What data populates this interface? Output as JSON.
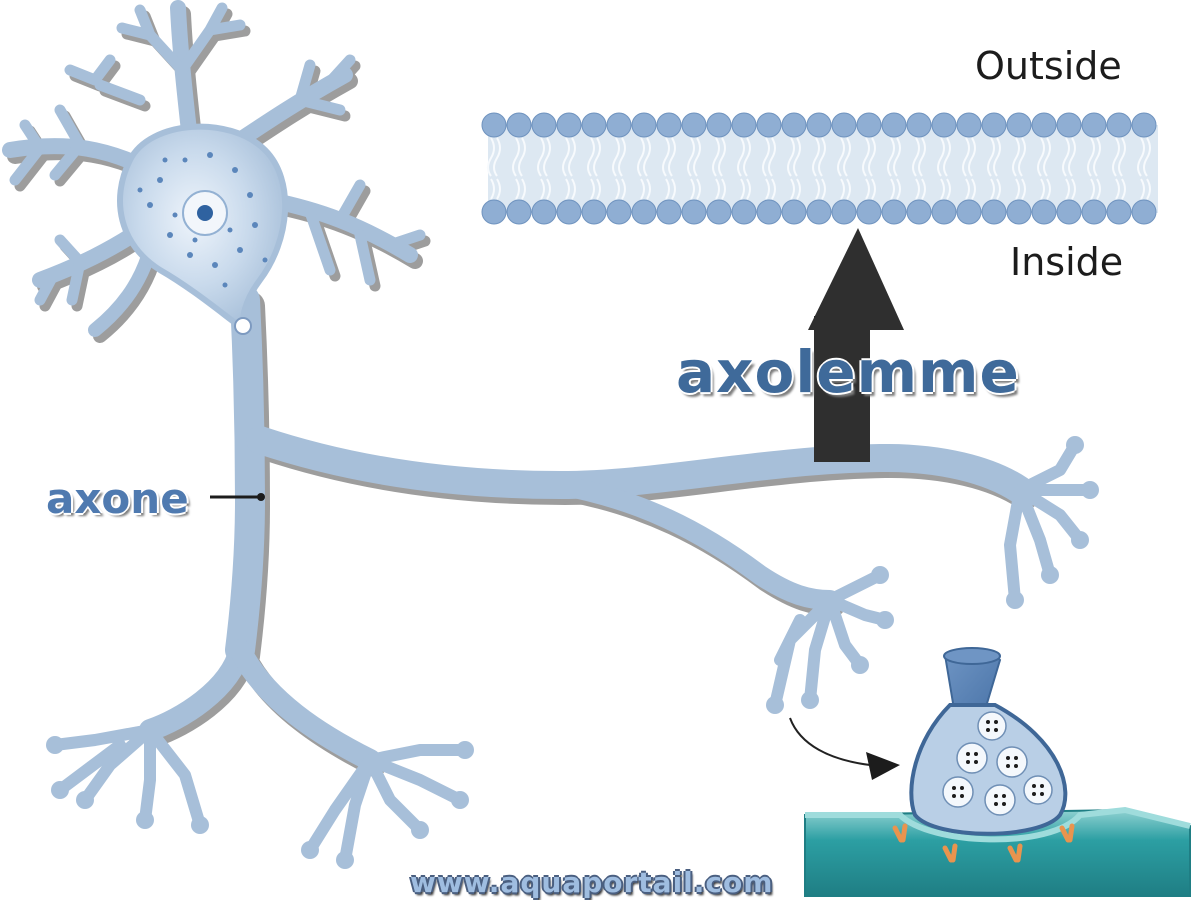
{
  "labels": {
    "outside": "Outside",
    "inside": "Inside",
    "axolemme": "axolemme",
    "axone": "axone",
    "watermark": "www.aquaportail.com"
  },
  "colors": {
    "neuron_fill": "#a7bfd9",
    "neuron_shadow": "#7d7d7d",
    "membrane_head": "#8faed3",
    "membrane_tail": "#d5e2ef",
    "arrow": "#2f2f2f",
    "synapse_fill": "#b9cfe6",
    "postsynaptic": "#2c9fa3",
    "receptor": "#e9944e",
    "nucleus": "#2f62a0"
  },
  "icons": {
    "arrow": "up-arrow-icon",
    "curved_arrow": "curved-arrow-icon"
  }
}
